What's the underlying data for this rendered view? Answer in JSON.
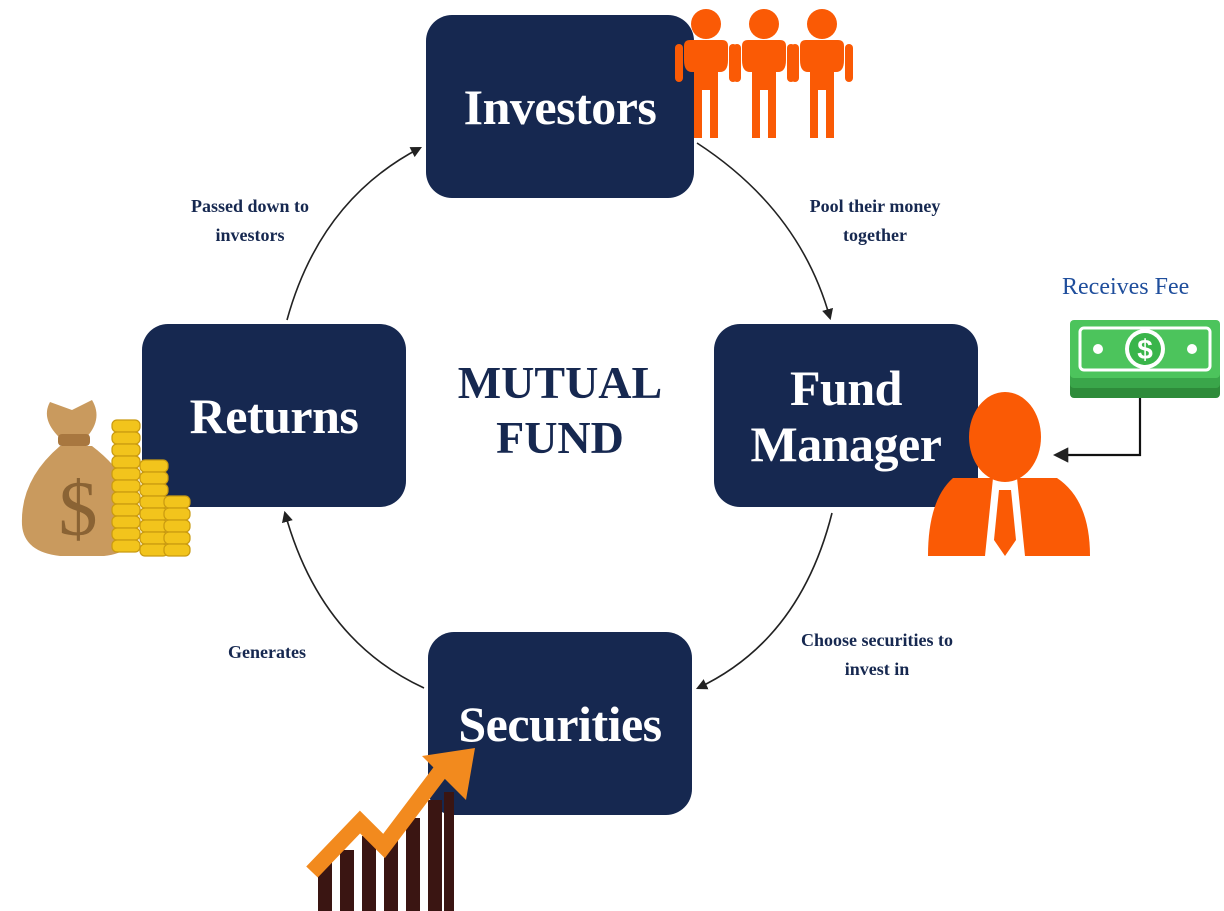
{
  "diagram": {
    "center": {
      "line1": "MUTUAL",
      "line2": "FUND"
    },
    "nodes": {
      "investors": "Investors",
      "manager_line1": "Fund",
      "manager_line2": "Manager",
      "securities": "Securities",
      "returns": "Returns"
    },
    "edges": {
      "pool_line1": "Pool their money",
      "pool_line2": "together",
      "choose_line1": "Choose securities to",
      "choose_line2": "invest in",
      "generates": "Generates",
      "passed_line1": "Passed down to",
      "passed_line2": "investors"
    },
    "fee_label": "Receives Fee",
    "money_symbol": "$",
    "icons": [
      "investors-group-icon",
      "fund-manager-icon",
      "cash-bill-icon",
      "money-bag-coins-icon",
      "growth-chart-icon"
    ],
    "colors": {
      "node": "#162850",
      "accent_orange": "#fa5a05",
      "arrow_orange": "#f28a1e",
      "fee_text": "#1f4e9c",
      "cash_green": "#39b54a"
    }
  }
}
